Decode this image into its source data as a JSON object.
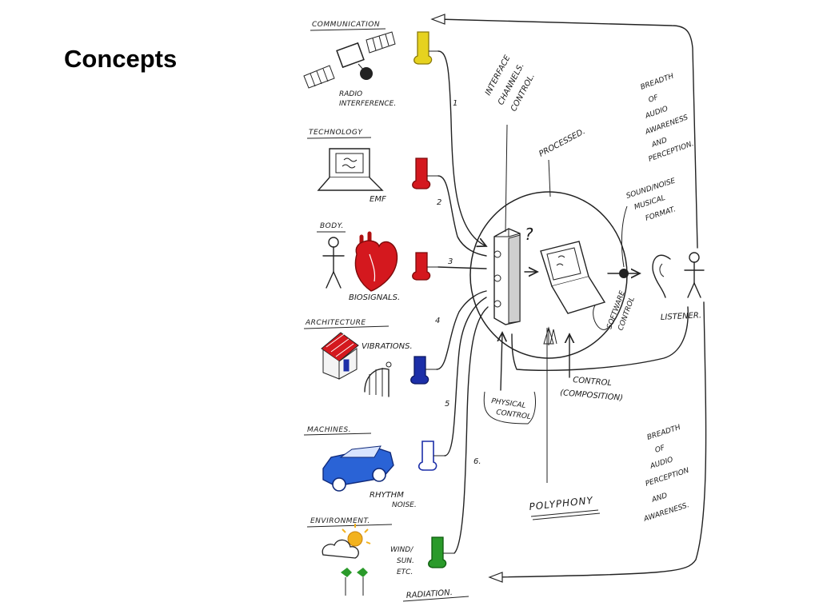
{
  "slide": {
    "title": "Concepts"
  },
  "categories": {
    "communication": "COMMUNICATION",
    "technology": "TECHNOLOGY",
    "body": "BODY.",
    "architecture": "ARCHITECTURE",
    "machines": "MACHINES.",
    "environment": "ENVIRONMENT."
  },
  "captions": {
    "radio": "RADIO",
    "interference": "INTERFERENCE.",
    "emf": "EMF",
    "biosignals": "BIOSIGNALS.",
    "vibrations": "VIBRATIONS.",
    "rhythm": "RHYTHM",
    "noise": "NOISE.",
    "wind": "WIND/",
    "sun": "SUN.",
    "etc": "ETC.",
    "radiation": "RADIATION."
  },
  "numbers": [
    "1",
    "2",
    "3",
    "4",
    "5",
    "6."
  ],
  "labels": {
    "interface_1": "INTERFACE",
    "interface_2": "CHANNELS.",
    "interface_3": "CONTROL.",
    "processed": "PROCESSED.",
    "sound_1": "SOUND/NOISE",
    "sound_2": "MUSICAL",
    "sound_3": "FORMAT.",
    "question": "?",
    "software_1": "SOFTWARE",
    "software_2": "CONTROL",
    "listener": "LISTENER.",
    "physical_1": "PHYSICAL",
    "physical_2": "CONTROL",
    "control_1": "CONTROL",
    "control_2": "(COMPOSITION)",
    "polyphony": "POLYPHONY",
    "breadth_top": [
      "BREADTH",
      "OF",
      "AUDIO",
      "AWARENESS",
      "AND",
      "PERCEPTION."
    ],
    "breadth_bottom": [
      "BREADTH",
      "OF",
      "AUDIO",
      "PERCEPTION",
      "AND",
      "AWARENESS."
    ]
  },
  "colors": {
    "yellow": "#e6d21f",
    "red": "#d4181e",
    "blue": "#1c2fa8",
    "green": "#2a9a2a",
    "sun": "#f2b21e",
    "car": "#2a63d6"
  }
}
